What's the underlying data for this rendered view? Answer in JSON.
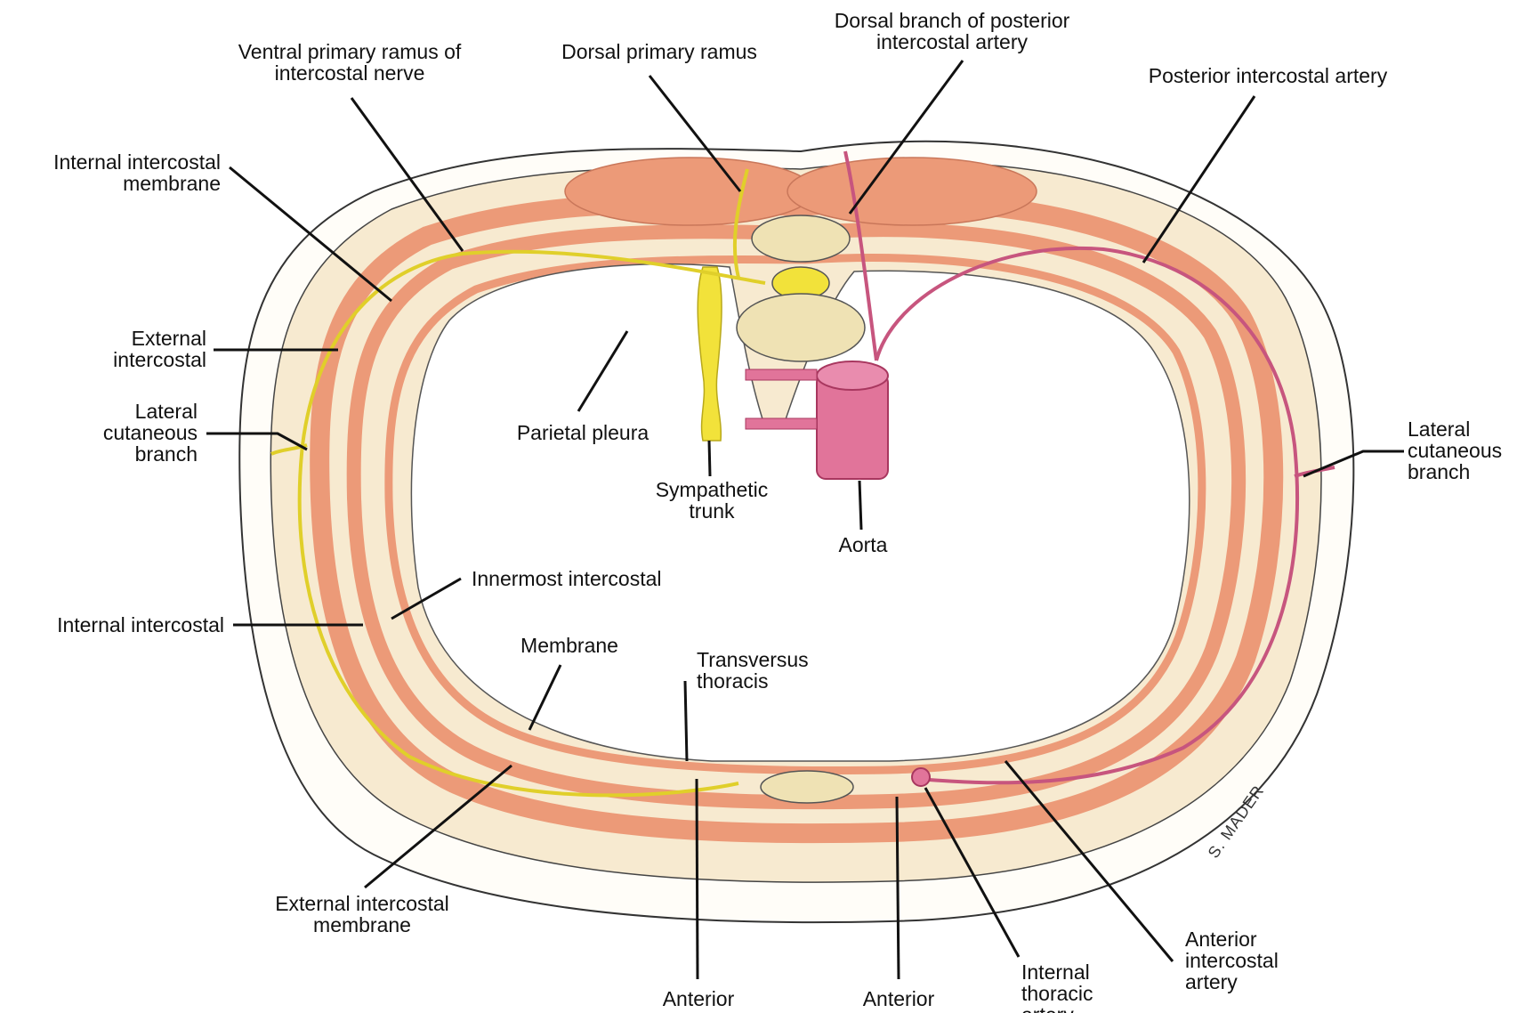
{
  "labels": {
    "ventral_ramus": [
      "Ventral primary ramus of",
      "intercostal nerve"
    ],
    "dorsal_ramus": [
      "Dorsal primary ramus"
    ],
    "dorsal_branch_artery": [
      "Dorsal branch of posterior",
      "intercostal artery"
    ],
    "posterior_intercostal_artery": [
      "Posterior intercostal artery"
    ],
    "internal_intercostal_membrane": [
      "Internal intercostal",
      "membrane"
    ],
    "external_intercostal": [
      "External",
      "intercostal"
    ],
    "lateral_cutaneous_left": [
      "Lateral",
      "cutaneous",
      "branch"
    ],
    "parietal_pleura": [
      "Parietal pleura"
    ],
    "sympathetic_trunk": [
      "Sympathetic",
      "trunk"
    ],
    "aorta": [
      "Aorta"
    ],
    "lateral_cutaneous_right": [
      "Lateral",
      "cutaneous",
      "branch"
    ],
    "innermost_intercostal": [
      "Innermost intercostal"
    ],
    "internal_intercostal": [
      "Internal intercostal"
    ],
    "membrane": [
      "Membrane"
    ],
    "transversus_thoracis": [
      "Transversus",
      "thoracis"
    ],
    "external_intercostal_membrane": [
      "External intercostal",
      "membrane"
    ],
    "anterior_1": [
      "Anterior"
    ],
    "anterior_2": [
      "Anterior"
    ],
    "internal_thoracic": [
      "Internal",
      "thoracic",
      "artery"
    ],
    "anterior_intercostal_artery": [
      "Anterior",
      "intercostal",
      "artery"
    ]
  },
  "signature": "S. MADER",
  "colors": {
    "muscle": "#ec9a78",
    "muscle_dark": "#d9765a",
    "nerve": "#f2e23a",
    "nerve_dark": "#b8a81a",
    "artery": "#e1749a",
    "artery_dark": "#a8375f",
    "bone": "#efe2b4",
    "fat": "#f5e6c8",
    "outline": "#333333"
  }
}
